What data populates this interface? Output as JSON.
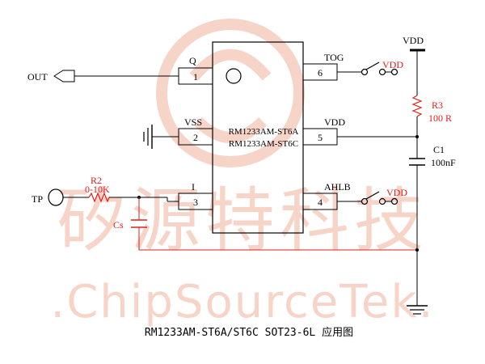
{
  "colors": {
    "wire": "#000000",
    "red": "#e0201a",
    "watermark": "#f6cdbf"
  },
  "watermark": {
    "cn": "矽源特科技",
    "en": ".ChipSourceTek."
  },
  "chip": {
    "name1": "RM1233AM-ST6A",
    "name2": "RM1233AM-ST6C",
    "pins": [
      {
        "num": "1",
        "name": "Q"
      },
      {
        "num": "2",
        "name": "VSS"
      },
      {
        "num": "3",
        "name": "I"
      },
      {
        "num": "4",
        "name": "AHLB"
      },
      {
        "num": "5",
        "name": "VDD"
      },
      {
        "num": "6",
        "name": "TOG"
      }
    ]
  },
  "labels": {
    "out": "OUT",
    "tp": "TP",
    "r2_name": "R2",
    "r2_value": "0-10K",
    "cs": "Cs",
    "vdd_top": "VDD",
    "vdd_tog": "VDD",
    "vdd_ahlb": "VDD",
    "r3_name": "R3",
    "r3_value": "100 R",
    "c1_name": "C1",
    "c1_value": "100nF"
  },
  "caption": "RM1233AM-ST6A/ST6C SOT23-6L 应用图"
}
